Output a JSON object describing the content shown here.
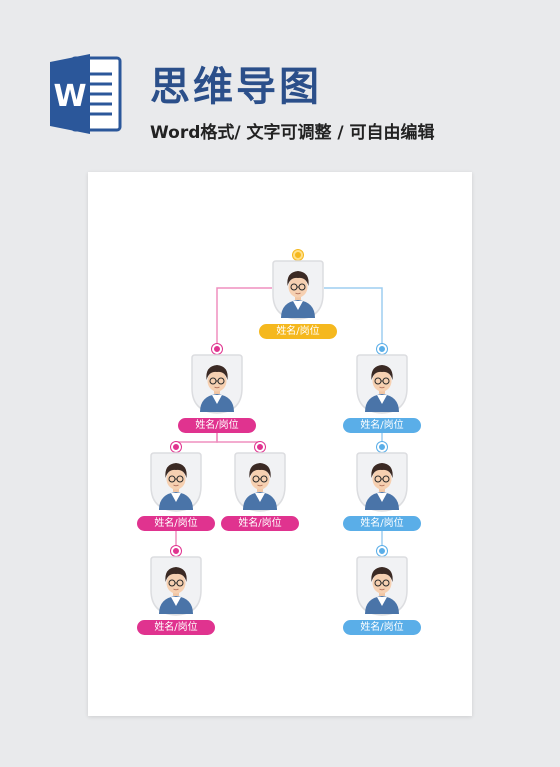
{
  "header": {
    "title": "思维导图",
    "subtitle": "Word格式/ 文字可调整 / 可自由编辑",
    "logo_letter": "W",
    "logo_icon": "word-document-icon",
    "title_color": "#2b4f8a"
  },
  "colors": {
    "root": "#f5b81e",
    "pink": "#e0338f",
    "blue": "#5aaee8",
    "link_pink": "#ef8fbf",
    "link_blue": "#9dcdf1"
  },
  "org_chart": {
    "nodes": [
      {
        "id": "root",
        "label": "姓名/岗位",
        "color": "root",
        "avatar_icon": "avatar-icon"
      },
      {
        "id": "left-1",
        "label": "姓名/岗位",
        "color": "pink",
        "avatar_icon": "avatar-icon"
      },
      {
        "id": "right-1",
        "label": "姓名/岗位",
        "color": "blue",
        "avatar_icon": "avatar-icon"
      },
      {
        "id": "left-2a",
        "label": "姓名/岗位",
        "color": "pink",
        "avatar_icon": "avatar-icon"
      },
      {
        "id": "left-2b",
        "label": "姓名/岗位",
        "color": "pink",
        "avatar_icon": "avatar-icon"
      },
      {
        "id": "right-2",
        "label": "姓名/岗位",
        "color": "blue",
        "avatar_icon": "avatar-icon"
      },
      {
        "id": "left-3",
        "label": "姓名/岗位",
        "color": "pink",
        "avatar_icon": "avatar-icon"
      },
      {
        "id": "right-3",
        "label": "姓名/岗位",
        "color": "blue",
        "avatar_icon": "avatar-icon"
      }
    ],
    "edges": [
      [
        "root",
        "left-1"
      ],
      [
        "root",
        "right-1"
      ],
      [
        "left-1",
        "left-2a"
      ],
      [
        "left-1",
        "left-2b"
      ],
      [
        "right-1",
        "right-2"
      ],
      [
        "left-2a",
        "left-3"
      ],
      [
        "right-2",
        "right-3"
      ]
    ]
  }
}
